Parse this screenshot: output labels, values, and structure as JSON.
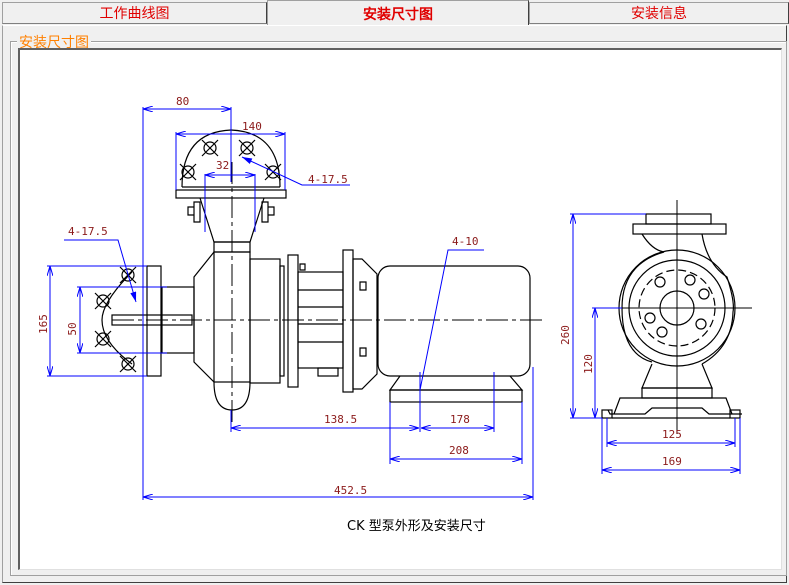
{
  "tabs": [
    {
      "label": "工作曲线图",
      "active": false
    },
    {
      "label": "安装尺寸图",
      "active": true
    },
    {
      "label": "安装信息",
      "active": false
    }
  ],
  "group": {
    "title": "安装尺寸图"
  },
  "drawing": {
    "caption": "CK 型泵外形及安装尺寸",
    "colors": {
      "outline": "#000000",
      "dimension": "#0000ff",
      "dim_text": "#8b1a1a",
      "tab_text": "#e00000",
      "group_title": "#ff8000"
    },
    "side_view": {
      "dims": {
        "top_offset": "80",
        "top_flange_width": "140",
        "top_flange_bore": "32",
        "top_bolts": "4-17.5",
        "inlet_bolts": "4-17.5",
        "inlet_flange_outer": "165",
        "inlet_flange_bore": "50",
        "motor_feet_bolts": "4-10",
        "shaft_to_foot": "138.5",
        "foot_hole_span": "178",
        "foot_width": "208",
        "overall_length": "452.5"
      }
    },
    "end_view": {
      "dims": {
        "overall_height": "260",
        "center_height": "120",
        "base_hole_span": "125",
        "base_width": "169"
      }
    }
  }
}
